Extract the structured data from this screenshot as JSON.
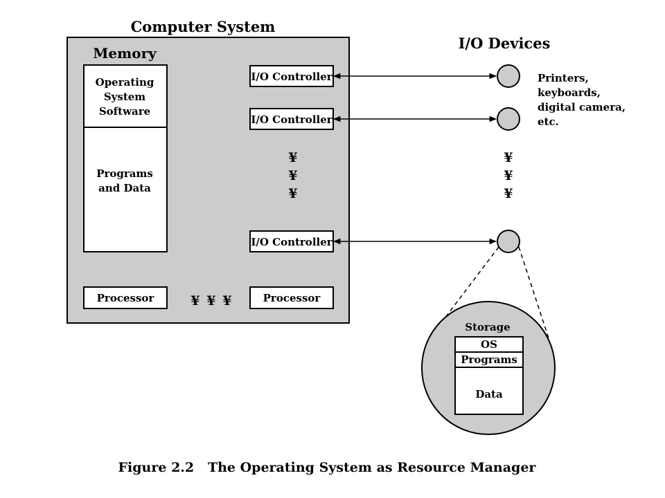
{
  "title": "Computer System",
  "memory_label": "Memory",
  "memory_os": [
    "Operating",
    "System",
    "Software"
  ],
  "memory_programs": [
    "Programs",
    "and Data"
  ],
  "io_controller_label": "I/O Controller",
  "processor_label": "Processor",
  "ellipsis_glyph": "¥",
  "io_devices_title": "I/O Devices",
  "device_note": [
    "Printers,",
    "keyboards,",
    "digital camera,",
    "etc."
  ],
  "storage": {
    "title": "Storage",
    "os": "OS",
    "programs": "Programs",
    "data": "Data"
  },
  "caption": "Figure 2.2   The Operating System as Resource Manager",
  "colors": {
    "system_fill": "#cccccc",
    "device_fill": "#cccccc",
    "box_fill": "#ffffff",
    "stroke": "#000000"
  }
}
